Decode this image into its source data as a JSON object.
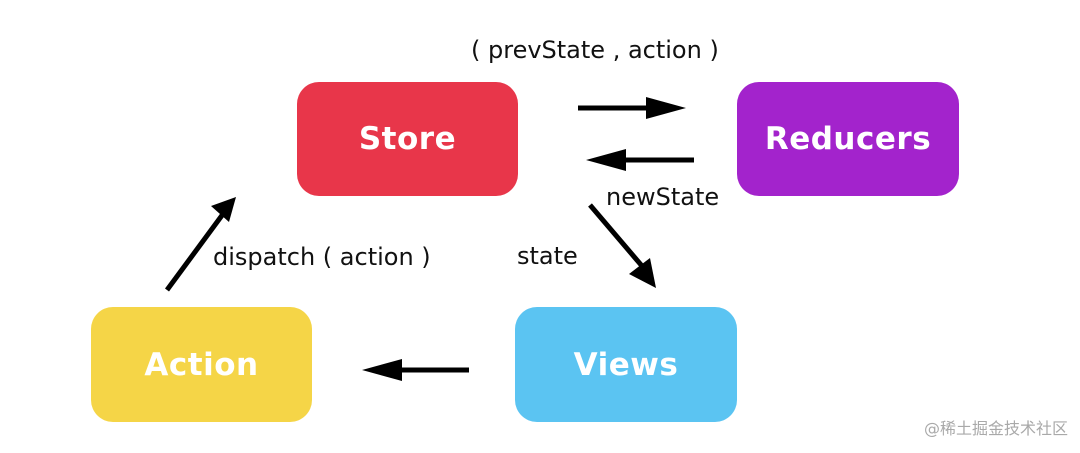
{
  "nodes": {
    "store": {
      "label": "Store",
      "color": "#E8364A"
    },
    "reducers": {
      "label": "Reducers",
      "color": "#A323CC"
    },
    "action": {
      "label": "Action",
      "color": "#F5D547"
    },
    "views": {
      "label": "Views",
      "color": "#5BC4F2"
    }
  },
  "edges": {
    "store_to_reducers": "( prevState , action )",
    "reducers_to_store": "newState",
    "store_to_views": "state",
    "action_to_store": "dispatch ( action )"
  },
  "watermark": "@稀土掘金技术社区",
  "colors": {
    "arrow": "#000000",
    "label_text": "#111111",
    "background": "#FFFFFF"
  }
}
